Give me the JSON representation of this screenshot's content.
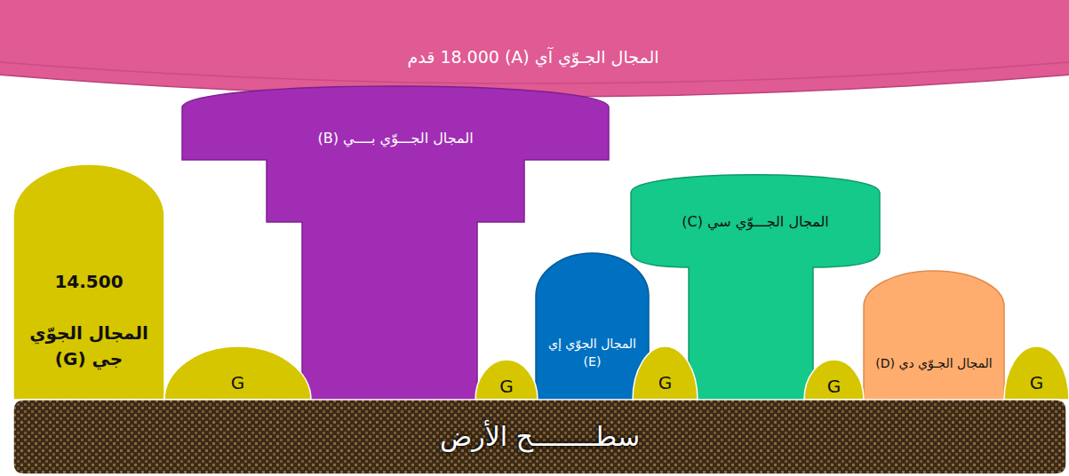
{
  "diagram": {
    "nodes": [
      {
        "text": [
          "المجال الجـوّي آي (A) 18.000 قدم"
        ]
      },
      {
        "text": [
          "المجال الجـــوّي بــــي (B)"
        ]
      },
      {
        "text": [
          "14.500",
          "المجال الجوّي جي (G)"
        ]
      },
      {
        "text": [
          "المجال الجـــوّي سي (C)"
        ]
      },
      {
        "text": [
          "المجال الجوّي إي (E)"
        ]
      },
      {
        "text": [
          "المجال الجـوّي دي (D)"
        ]
      },
      {
        "text": [
          "G"
        ]
      },
      {
        "text": [
          "G"
        ]
      },
      {
        "text": [
          "G"
        ]
      },
      {
        "text": [
          "G"
        ]
      },
      {
        "text": [
          "G"
        ]
      },
      {
        "text": [
          "سطــــــــح الأرض"
        ]
      }
    ]
  }
}
